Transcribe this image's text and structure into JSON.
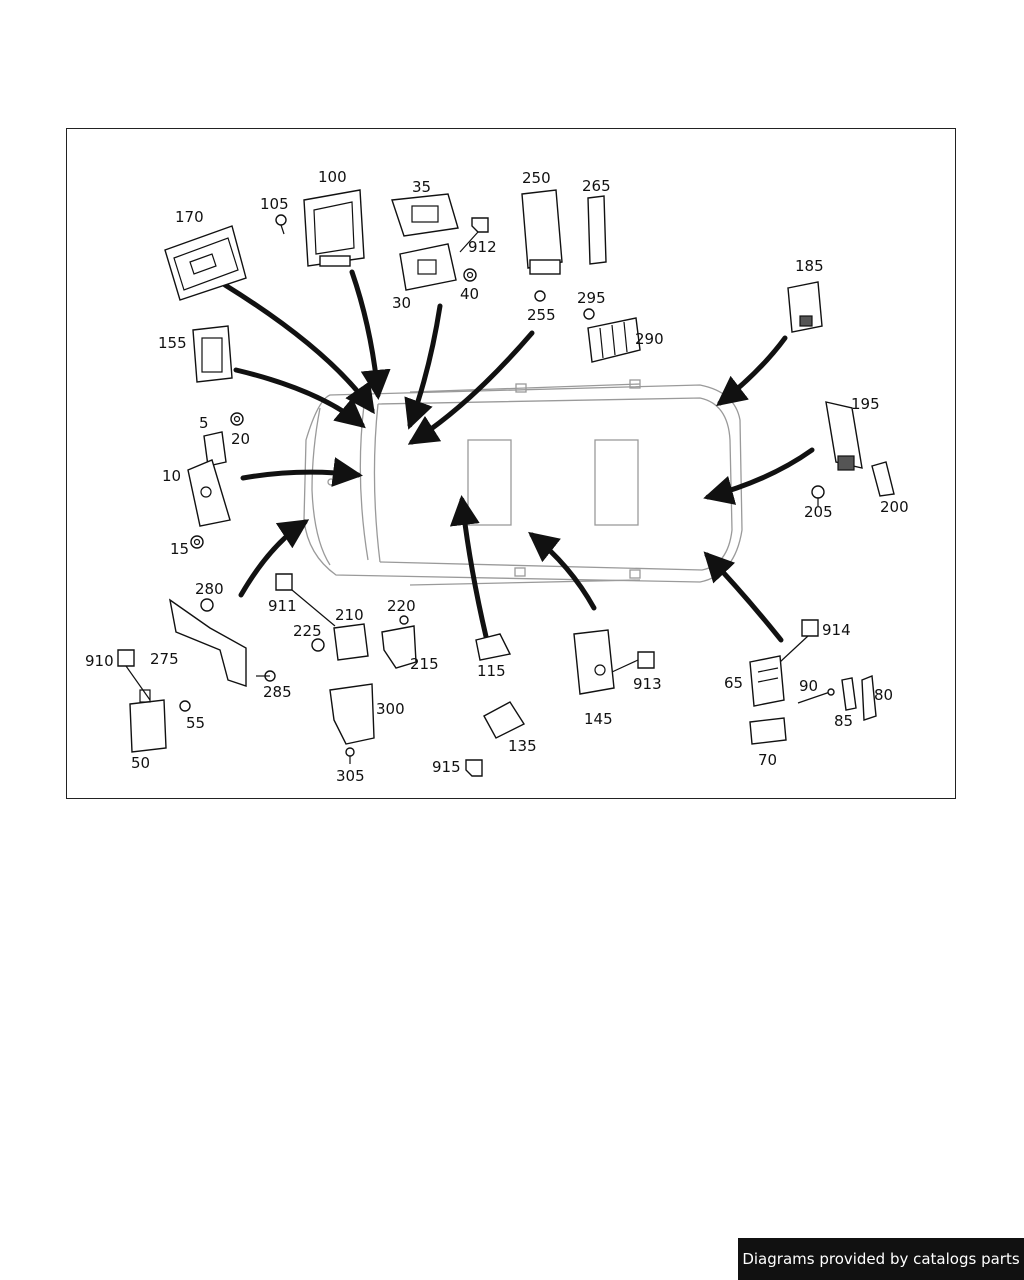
{
  "diagram": {
    "part_labels": {
      "p5": "5",
      "p10": "10",
      "p15": "15",
      "p20": "20",
      "p30": "30",
      "p35": "35",
      "p40": "40",
      "p50": "50",
      "p55": "55",
      "p65": "65",
      "p70": "70",
      "p80": "80",
      "p85": "85",
      "p90": "90",
      "p100": "100",
      "p105": "105",
      "p115": "115",
      "p135": "135",
      "p145": "145",
      "p155": "155",
      "p170": "170",
      "p185": "185",
      "p195": "195",
      "p200": "200",
      "p205": "205",
      "p210": "210",
      "p215": "215",
      "p220": "220",
      "p225": "225",
      "p250": "250",
      "p255": "255",
      "p265": "265",
      "p275": "275",
      "p280": "280",
      "p285": "285",
      "p290": "290",
      "p295": "295",
      "p300": "300",
      "p305": "305",
      "p910": "910",
      "p911": "911",
      "p912": "912",
      "p913": "913",
      "p914": "914",
      "p915": "915"
    }
  },
  "footer": {
    "credit": "Diagrams provided by catalogs parts"
  }
}
